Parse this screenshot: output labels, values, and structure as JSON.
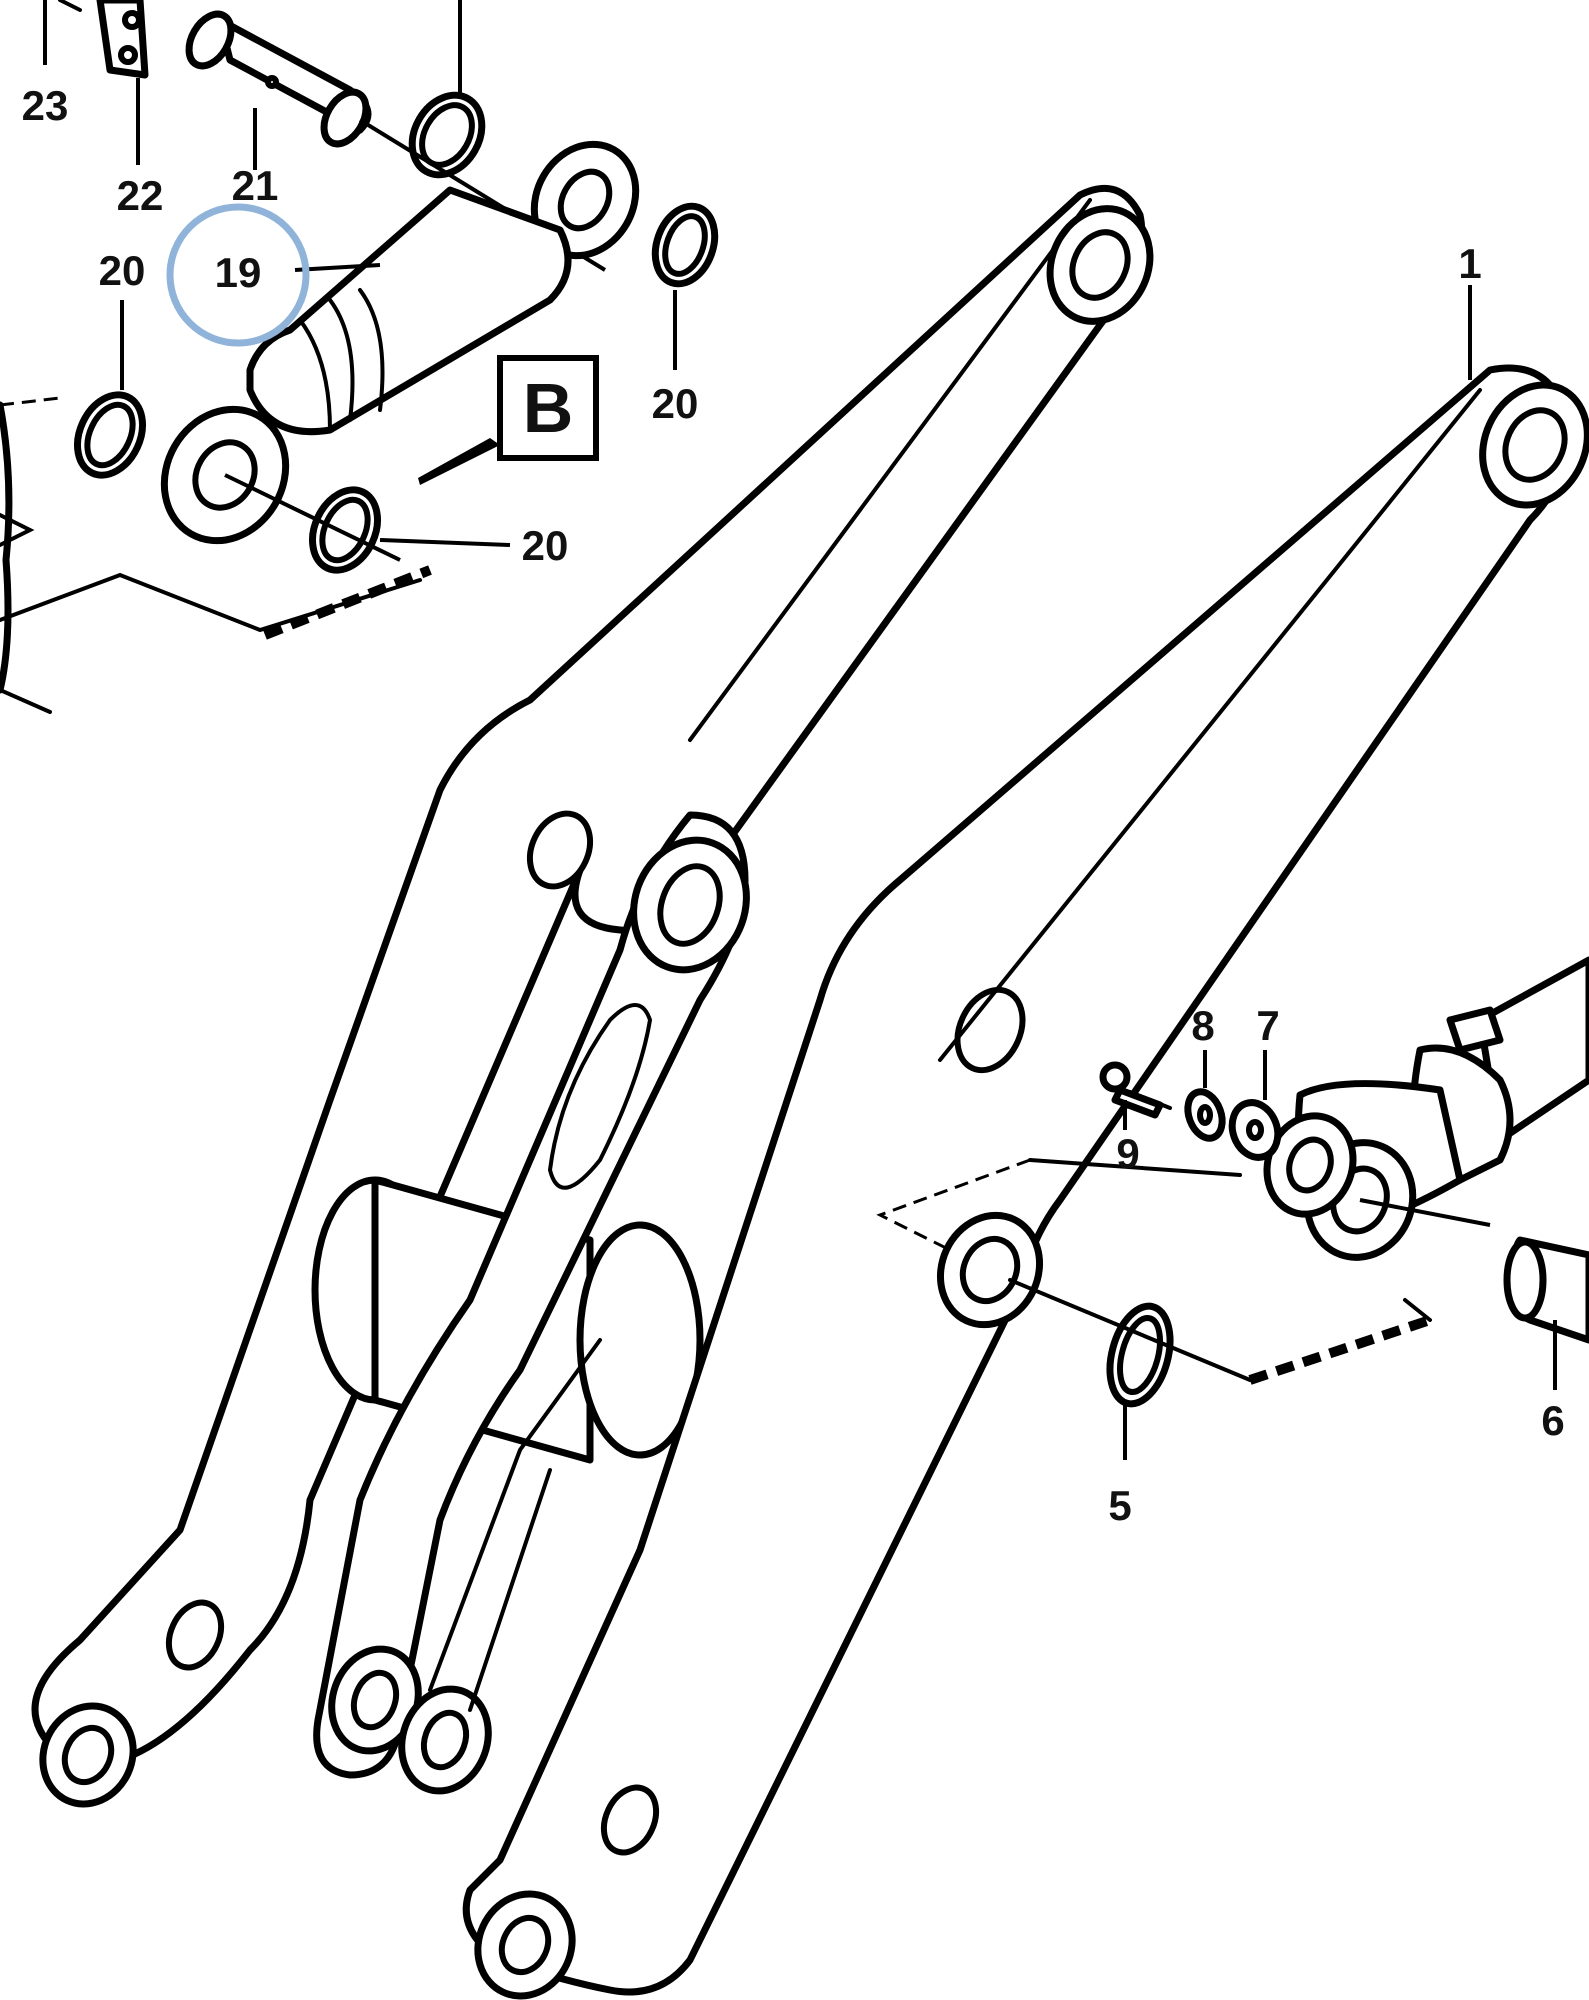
{
  "callouts": {
    "c1": "1",
    "c5": "5",
    "c6": "6",
    "c7": "7",
    "c8": "8",
    "c9": "9",
    "c19": "19",
    "c20a": "20",
    "c20b": "20",
    "c20c": "20",
    "c21": "21",
    "c22": "22",
    "c23": "23"
  },
  "view_marker": "B",
  "highlight": {
    "label": "19",
    "color": "#8fb3d9"
  }
}
